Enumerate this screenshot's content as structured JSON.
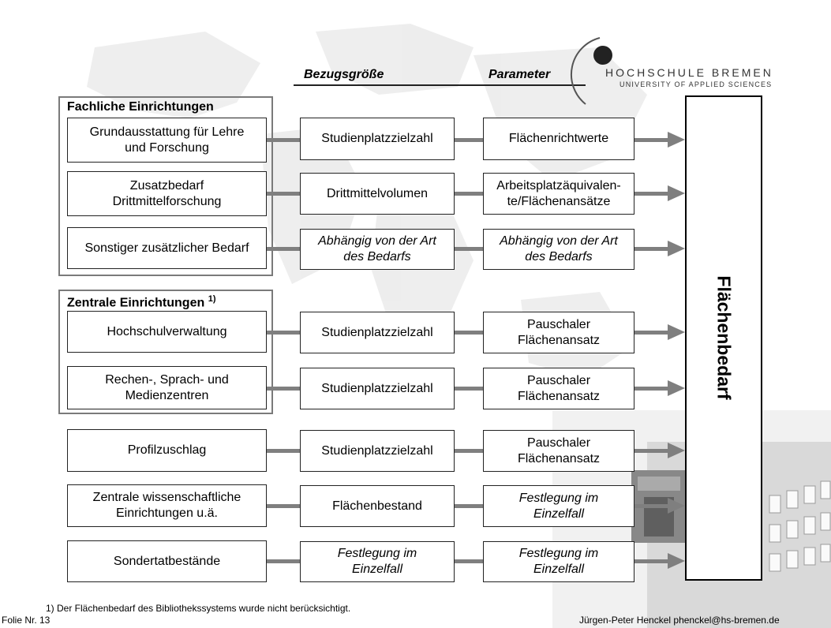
{
  "header": {
    "bezugsgroesse": "Bezugsgröße",
    "parameter": "Parameter"
  },
  "logo": {
    "name": "HOCHSCHULE BREMEN",
    "subtitle": "UNIVERSITY OF APPLIED SCIENCES"
  },
  "groups": {
    "fachliche": "Fachliche Einrichtungen",
    "zentrale": "Zentrale Einrichtungen",
    "zentrale_note": "1)"
  },
  "rows": [
    {
      "source": "Grundausstattung für Lehre\nund Forschung",
      "reference": "Studienplatzzielzahl",
      "parameter": "Flächenrichtwerte"
    },
    {
      "source": "Zusatzbedarf\nDrittmittelforschung",
      "reference": "Drittmittelvolumen",
      "parameter": "Arbeitsplatzäquivalen-\nte/Flächenansätze"
    },
    {
      "source": "Sonstiger zusätzlicher Bedarf",
      "reference": "Abhängig von der Art\ndes Bedarfs",
      "parameter": "Abhängig von der Art\ndes Bedarfs"
    },
    {
      "source": "Hochschulverwaltung",
      "reference": "Studienplatzzielzahl",
      "parameter": "Pauschaler\nFlächenansatz"
    },
    {
      "source": "Rechen-, Sprach- und\nMedienzentren",
      "reference": "Studienplatzzielzahl",
      "parameter": "Pauschaler\nFlächenansatz"
    },
    {
      "source": "Profilzuschlag",
      "reference": "Studienplatzzielzahl",
      "parameter": "Pauschaler\nFlächenansatz"
    },
    {
      "source": "Zentrale wissenschaftliche\nEinrichtungen u.ä.",
      "reference": "Flächenbestand",
      "parameter": "Festlegung im\nEinzelfall"
    },
    {
      "source": "Sondertatbestände",
      "reference": "Festlegung im\nEinzelfall",
      "parameter": "Festlegung im\nEinzelfall"
    }
  ],
  "result": "Flächenbedarf",
  "footer": {
    "note": "1) Der Flächenbedarf des Bibliothekssystems wurde nicht berücksichtigt.",
    "slide": "Folie Nr. 13",
    "author": "Jürgen-Peter Henckel  phenckel@hs-bremen.de"
  },
  "colors": {
    "connector": "#7f7f7f",
    "border": "#222222",
    "group_border": "#7a7a7a"
  }
}
